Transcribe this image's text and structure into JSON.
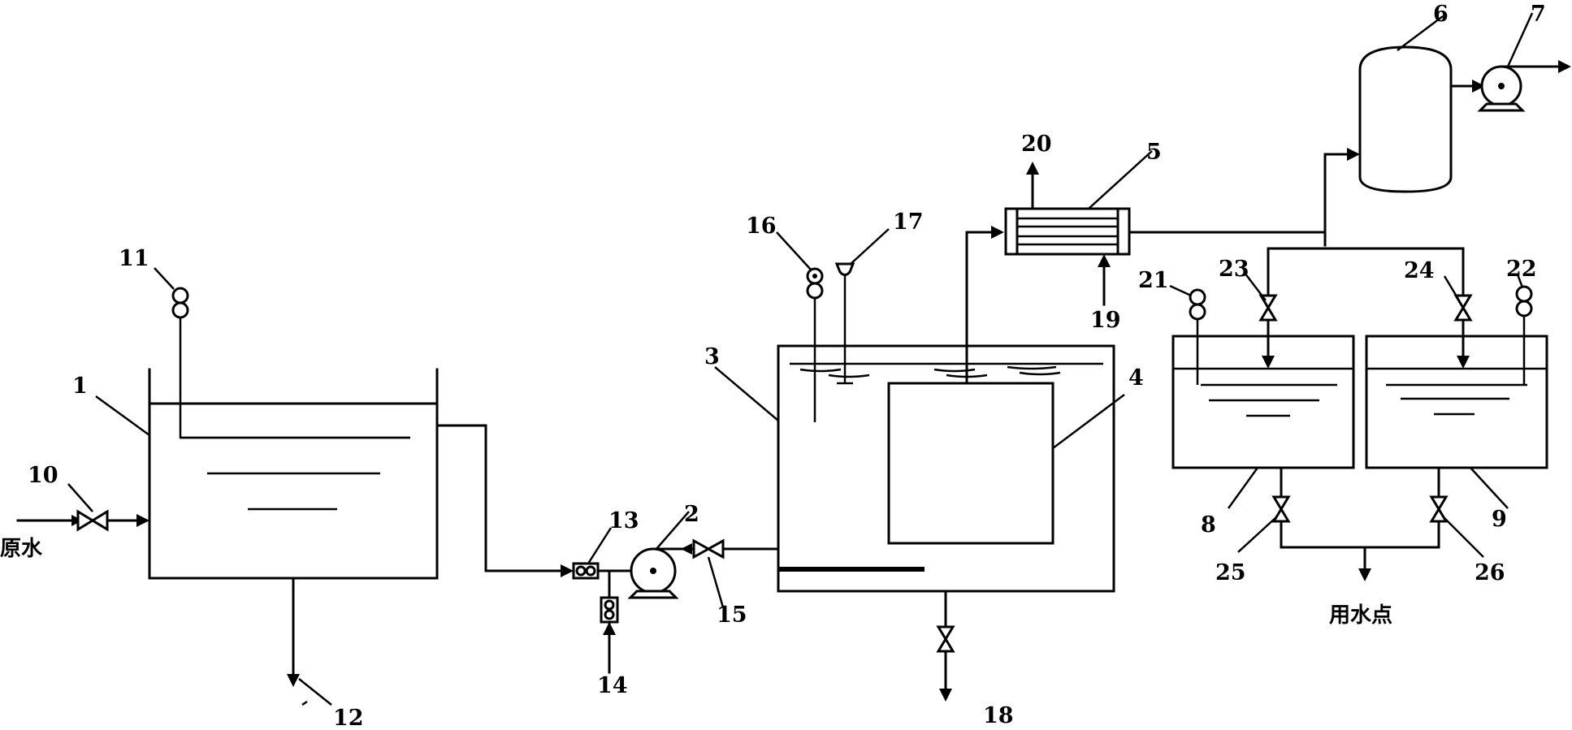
{
  "labels": {
    "n1": "1",
    "n2": "2",
    "n3": "3",
    "n4": "4",
    "n5": "5",
    "n6": "6",
    "n7": "7",
    "n8": "8",
    "n9": "9",
    "n10": "10",
    "n11": "11",
    "n12": "12",
    "n13": "13",
    "n14": "14",
    "n15": "15",
    "n16": "16",
    "n17": "17",
    "n18": "18",
    "n19": "19",
    "n20": "20",
    "n21": "21",
    "n22": "22",
    "n23": "23",
    "n24": "24",
    "n25": "25",
    "n26": "26"
  },
  "text": {
    "raw_water": "原水",
    "use_point": "用水点"
  },
  "colors": {
    "line": "#000000",
    "background": "#ffffff"
  }
}
